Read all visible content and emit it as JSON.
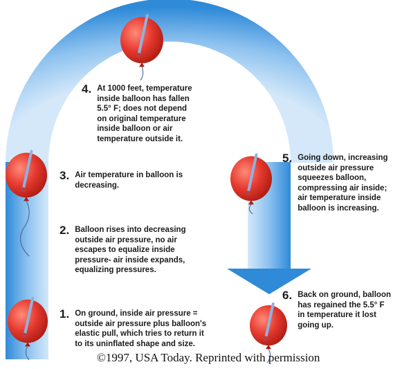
{
  "colors": {
    "arch_light": "#cfe4f7",
    "arch_dark": "#2f8ad8",
    "balloon_main": "#e63a2f",
    "balloon_dark": "#a81810",
    "thermometer": "#8fb1e0",
    "string": "#4f6f9c"
  },
  "balloons": [
    {
      "name": "balloon-top",
      "icon": "balloon-with-thermometer-icon"
    },
    {
      "name": "balloon-left-middle",
      "icon": "balloon-with-thermometer-icon"
    },
    {
      "name": "balloon-right-middle",
      "icon": "balloon-with-thermometer-icon"
    },
    {
      "name": "balloon-bottom-left",
      "icon": "balloon-with-thermometer-icon"
    },
    {
      "name": "balloon-bottom-right",
      "icon": "balloon-with-thermometer-icon"
    }
  ],
  "steps": [
    {
      "number": "1.",
      "text": "On ground, inside air pressure =\noutside air pressure plus balloon's\nelastic pull, which tries to return it\nto its uninflated shape and size."
    },
    {
      "number": "2.",
      "text": "Balloon rises into decreasing\noutside air pressure, no air\nescapes to equalize inside\npressure- air inside expands,\nequalizing pressures."
    },
    {
      "number": "3.",
      "text": "Air temperature in balloon is\ndecreasing."
    },
    {
      "number": "4.",
      "text": "At 1000 feet, temperature\ninside balloon has fallen\n5.5° F;  does not depend\non original temperature\ninside balloon or air\ntemperature outside it."
    },
    {
      "number": "5.",
      "text": "Going down, increasing\noutside air pressure\nsqueezes balloon,\ncompressing air inside;\nair temperature inside\nballoon is increasing."
    },
    {
      "number": "6.",
      "text": "Back on ground, balloon\nhas regained the 5.5° F\nin temperature it lost\ngoing up."
    }
  ],
  "credit": "©1997, USA Today. Reprinted with permission"
}
